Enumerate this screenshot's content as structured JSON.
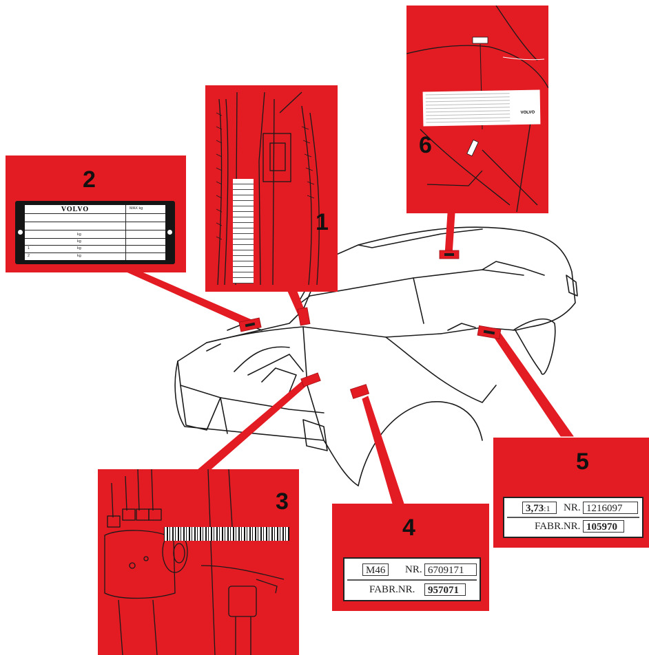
{
  "locations": {
    "p1": {
      "number": "1"
    },
    "p2": {
      "number": "2",
      "plate_brand": "VOLVO",
      "plate_right_header": "MAX kg",
      "kg_rows": [
        {
          "idx": "",
          "unit": "kg"
        },
        {
          "idx": "",
          "unit": "kg"
        },
        {
          "idx": "1",
          "unit": "kg"
        },
        {
          "idx": "2",
          "unit": "kg"
        }
      ]
    },
    "p3": {
      "number": "3"
    },
    "p4": {
      "number": "4",
      "model_box": "M46",
      "nr_label": "NR.",
      "nr_value": "6709171",
      "fabr_label": "FABR.NR.",
      "fabr_value": "957071"
    },
    "p5": {
      "number": "5",
      "ratio_bold": "3,73",
      "ratio_rest": ":1",
      "nr_label": "NR.",
      "nr_value": "1216097",
      "fabr_label": "FABR.NR.",
      "fabr_value": "105970"
    },
    "p6": {
      "number": "6",
      "sticker_brand": "VOLVO"
    }
  },
  "colors": {
    "panel_red": "#e31b23",
    "line": "#1a1a1a"
  }
}
